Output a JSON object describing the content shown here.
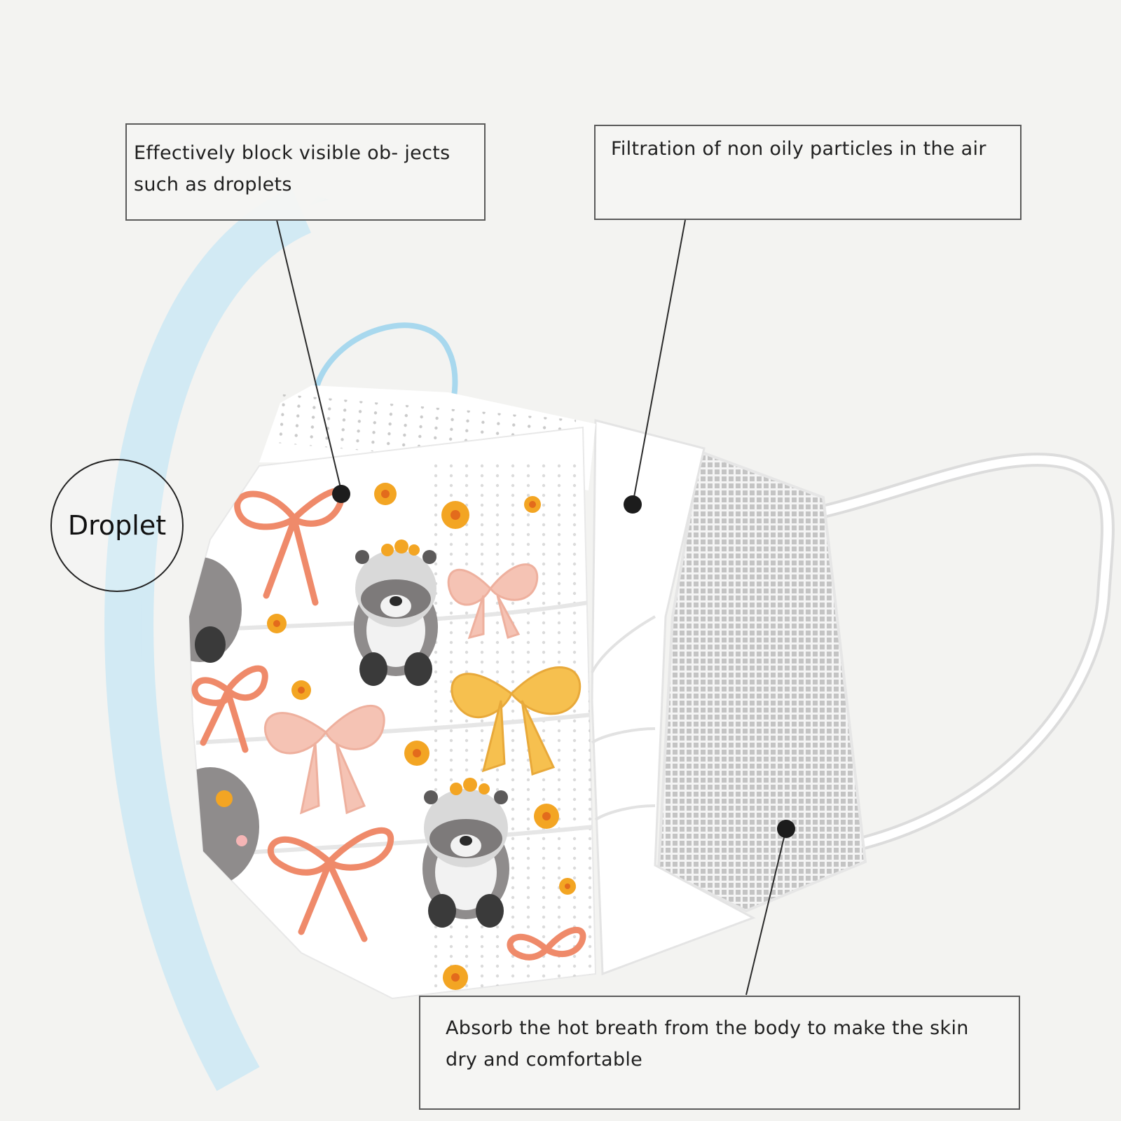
{
  "droplet_label": "Droplet",
  "callouts": {
    "outer_layer": "Effectively block visible ob- jects such as droplets",
    "middle_layer": "Filtration of non oily particles in the air",
    "inner_layer": "Absorb the hot breath from the body to make the skin dry and comfortable"
  },
  "colors": {
    "background": "#f3f3f1",
    "shield_blue": "#a9dcf3",
    "ear_loop_blue": "#a8d8ee",
    "bow_coral": "#ef8a6a",
    "bow_pink": "#f5c3b4",
    "bow_yellow": "#f6c04f",
    "flower_orange": "#f3a523",
    "panda_gray": "#8f8c8c",
    "mesh_gray": "#c6c6c6"
  }
}
